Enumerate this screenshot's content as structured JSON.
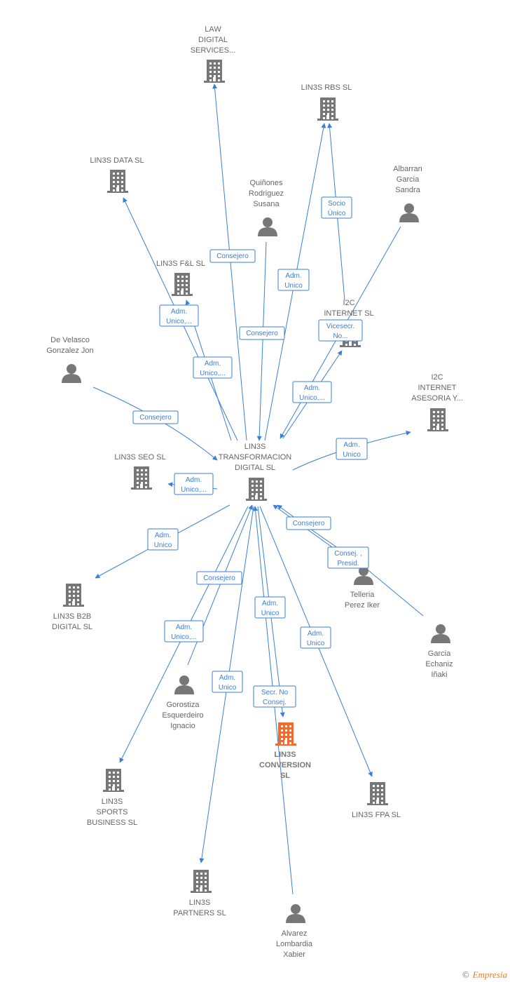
{
  "colors": {
    "edge": "#3a7fd5",
    "node": "#777777",
    "highlight": "#f26a2e"
  },
  "nodes": [
    {
      "id": "law",
      "type": "company",
      "lines": [
        "LAW",
        "DIGITAL",
        "SERVICES..."
      ]
    },
    {
      "id": "rbs",
      "type": "company",
      "lines": [
        "LIN3S RBS  SL"
      ]
    },
    {
      "id": "data",
      "type": "company",
      "lines": [
        "LIN3S DATA  SL"
      ]
    },
    {
      "id": "quinones",
      "type": "person",
      "lines": [
        "Quiñones",
        "Rodriguez",
        "Susana"
      ]
    },
    {
      "id": "albarran",
      "type": "person",
      "lines": [
        "Albarran",
        "Garcia",
        "Sandra"
      ]
    },
    {
      "id": "fl",
      "type": "company",
      "lines": [
        "LIN3S F&L  SL"
      ]
    },
    {
      "id": "i2cint",
      "type": "company",
      "lines": [
        "I2C",
        "INTERNET SL"
      ]
    },
    {
      "id": "velasco",
      "type": "person",
      "lines": [
        "De Velasco",
        "Gonzalez Jon"
      ]
    },
    {
      "id": "i2case",
      "type": "company",
      "lines": [
        "I2C",
        "INTERNET",
        "ASESORIA Y..."
      ]
    },
    {
      "id": "trans",
      "type": "company",
      "lines": [
        "LIN3S",
        "TRANSFORMACION",
        "DIGITAL  SL"
      ]
    },
    {
      "id": "seo",
      "type": "company",
      "lines": [
        "LIN3S SEO  SL"
      ]
    },
    {
      "id": "b2b",
      "type": "company",
      "lines": [
        "LIN3S B2B",
        "DIGITAL  SL"
      ]
    },
    {
      "id": "telleria",
      "type": "person",
      "lines": [
        "Telleria",
        "Perez Iker"
      ]
    },
    {
      "id": "garcia",
      "type": "person",
      "lines": [
        "Garcia",
        "Echaniz",
        "Iñaki"
      ]
    },
    {
      "id": "gorostiza",
      "type": "person",
      "lines": [
        "Gorostiza",
        "Esquerdeiro",
        "Ignacio"
      ]
    },
    {
      "id": "conv",
      "type": "company",
      "highlight": true,
      "lines": [
        "LIN3S",
        "CONVERSION",
        "SL"
      ]
    },
    {
      "id": "sports",
      "type": "company",
      "lines": [
        "LIN3S",
        "SPORTS",
        "BUSINESS  SL"
      ]
    },
    {
      "id": "fpa",
      "type": "company",
      "lines": [
        "LIN3S FPA  SL"
      ]
    },
    {
      "id": "partners",
      "type": "company",
      "lines": [
        "LIN3S",
        "PARTNERS  SL"
      ]
    },
    {
      "id": "alvarez",
      "type": "person",
      "lines": [
        "Alvarez",
        "Lombardia",
        "Xabier"
      ]
    }
  ],
  "edges": [
    {
      "id": "e1",
      "lines": [
        "Consejero"
      ]
    },
    {
      "id": "e2",
      "lines": [
        "Adm.",
        "Unico"
      ]
    },
    {
      "id": "e3",
      "lines": [
        "Socio",
        "Único"
      ]
    },
    {
      "id": "e4",
      "lines": [
        "Adm.",
        "Unico,..."
      ]
    },
    {
      "id": "e5",
      "lines": [
        "Adm.",
        "Unico,..."
      ]
    },
    {
      "id": "e6",
      "lines": [
        "Consejero"
      ]
    },
    {
      "id": "e7",
      "lines": [
        "Vicesecr.",
        "No..."
      ]
    },
    {
      "id": "e8",
      "lines": [
        "Adm.",
        "Unico,..."
      ]
    },
    {
      "id": "e9",
      "lines": [
        "Consejero"
      ]
    },
    {
      "id": "e10",
      "lines": [
        "Adm.",
        "Unico"
      ]
    },
    {
      "id": "e11",
      "lines": [
        "Adm.",
        "Unico,..."
      ]
    },
    {
      "id": "e12",
      "lines": [
        "Adm.",
        "Unico"
      ]
    },
    {
      "id": "e13",
      "lines": [
        "Consejero"
      ]
    },
    {
      "id": "e14",
      "lines": [
        "Consej. ,",
        "Presid."
      ]
    },
    {
      "id": "e15",
      "lines": [
        "Consejero"
      ]
    },
    {
      "id": "e16",
      "lines": [
        "Adm.",
        "Unico"
      ]
    },
    {
      "id": "e17",
      "lines": [
        "Adm.",
        "Unico,..."
      ]
    },
    {
      "id": "e18",
      "lines": [
        "Adm.",
        "Unico"
      ]
    },
    {
      "id": "e19",
      "lines": [
        "Adm.",
        "Unico"
      ]
    },
    {
      "id": "e20",
      "lines": [
        "Secr.  No",
        "Consej."
      ]
    }
  ],
  "footer": {
    "copyright": "©",
    "brand": "Empresia"
  }
}
